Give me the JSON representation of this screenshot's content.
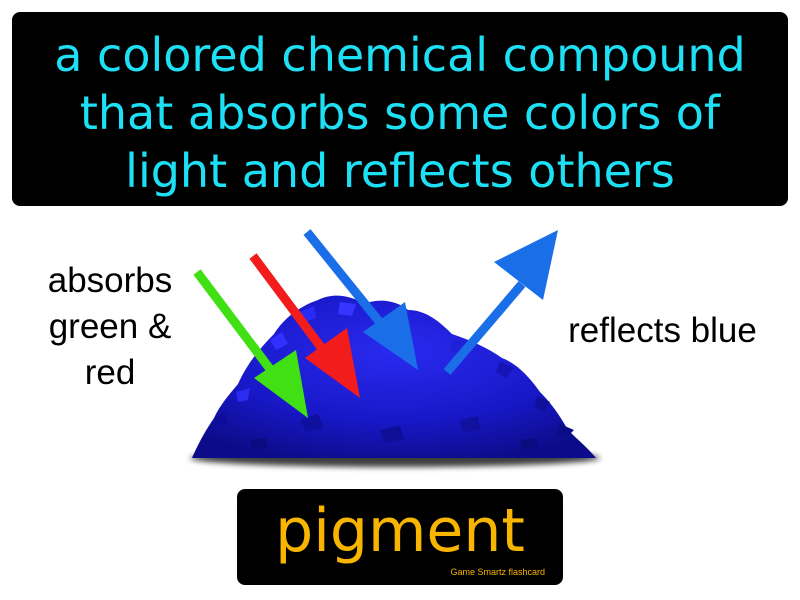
{
  "definition": {
    "lines": [
      "a colored chemical compound",
      "that absorbs some colors of",
      "light and reflects others"
    ],
    "text_color": "#1ee0f5",
    "background_color": "#000000"
  },
  "illustration": {
    "left_label_lines": [
      "absorbs",
      "green &",
      "red"
    ],
    "right_label": "reflects blue",
    "pigment_color": "#1a1acc",
    "arrows": [
      {
        "name": "green-arrow",
        "color": "#41e014"
      },
      {
        "name": "red-arrow",
        "color": "#f21c1c"
      },
      {
        "name": "blue-incoming-arrow",
        "color": "#1a6ee8"
      },
      {
        "name": "blue-reflected-arrow",
        "color": "#1a6ee8"
      }
    ]
  },
  "term": {
    "word": "pigment",
    "brand": "Game Smartz flashcard",
    "text_color": "#f7b500"
  }
}
